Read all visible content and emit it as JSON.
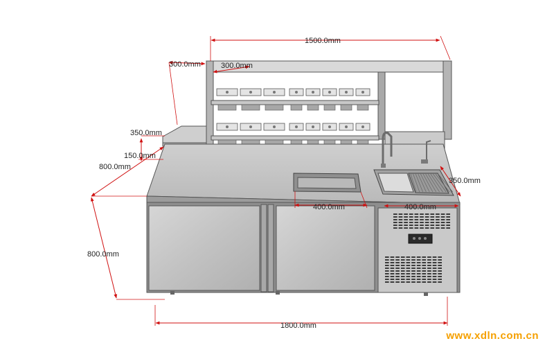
{
  "dimensions": {
    "top_width": "1500.0mm",
    "shelf_depth": "300.0mm",
    "shelf_inner_depth": "300.0mm",
    "shelf_height": "350.0mm",
    "side_shelf_height": "150.0mm",
    "counter_depth": "800.0mm",
    "counter_height": "800.0mm",
    "insert_well_width": "400.0mm",
    "sink_width": "400.0mm",
    "sink_depth": "350.0mm",
    "overall_length": "1800.0mm"
  },
  "watermark": "www.xdln.com.cn",
  "colors": {
    "dimension_line": "#d01010",
    "steel_light": "#dcdcdc",
    "steel_mid": "#c4c4c4",
    "steel_dark": "#8a8a8a",
    "watermark": "#f5a000"
  }
}
